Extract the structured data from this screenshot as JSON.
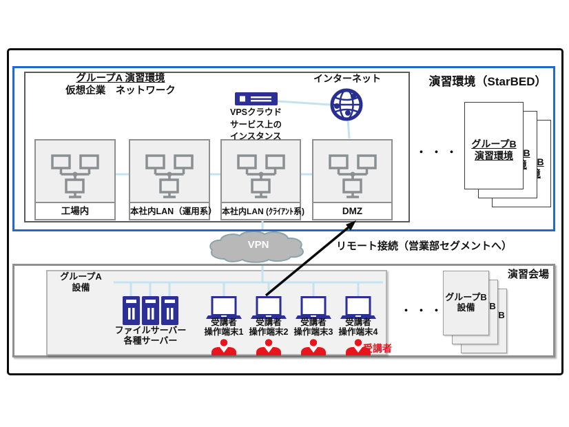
{
  "starbed": {
    "title": "演習環境（StarBED）",
    "group_a": {
      "title": "グループA 演習環境",
      "subtitle": "仮想企業　ネットワーク"
    },
    "internet_label": "インターネット",
    "vps": {
      "line1": "VPSクラウド",
      "line2": "サービス上の",
      "line3": "インスタンス"
    },
    "segments": [
      {
        "label": "工場内"
      },
      {
        "label": "本社内LAN（運用系）"
      },
      {
        "label": "本社内LAN (ｸﾗｲｱﾝﾄ系)"
      },
      {
        "label": "DMZ"
      }
    ],
    "group_b_card": {
      "line1": "グループB",
      "line2": "演習環境"
    },
    "dots": "・・・"
  },
  "middle": {
    "vpn": "VPN",
    "remote_note": "リモート接続（営業部セグメントへ）"
  },
  "venue": {
    "title": "演習会場",
    "group_a": {
      "line1": "グループA",
      "line2": "設備"
    },
    "servers": {
      "line1": "ファイルサーバー",
      "line2": "各種サーバー"
    },
    "terminals": [
      {
        "line1": "受講者",
        "line2": "操作端末1"
      },
      {
        "line1": "受講者",
        "line2": "操作端末2"
      },
      {
        "line1": "受講者",
        "line2": "操作端末3"
      },
      {
        "line1": "受講者",
        "line2": "操作端末4"
      }
    ],
    "trainee_label": "受講者",
    "group_b_card": {
      "line1": "グループB",
      "line2": "設備"
    },
    "dots": "・・・"
  },
  "colors": {
    "accent_blue": "#2368cf",
    "navy": "#2b2f96",
    "light_blue": "#c3e4ee",
    "red": "#e8141e",
    "gray_border": "#8f8f8f"
  }
}
